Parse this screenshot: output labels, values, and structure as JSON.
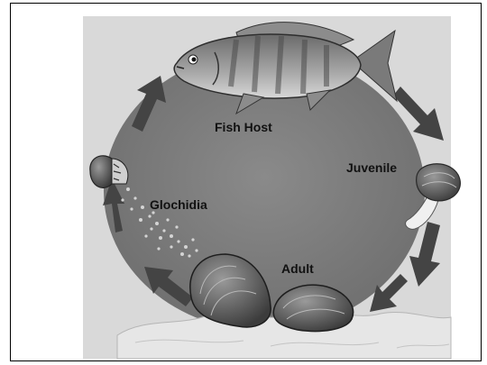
{
  "diagram": {
    "labels": {
      "fish_host": "Fish Host",
      "juvenile": "Juvenile",
      "glochidia": "Glochidia",
      "adult": "Adult"
    },
    "colors": {
      "background_panel": "#d9d9d9",
      "cycle_disc": "#7d7d7d",
      "arrow": "#444444",
      "sediment": "#e6e6e6"
    }
  }
}
